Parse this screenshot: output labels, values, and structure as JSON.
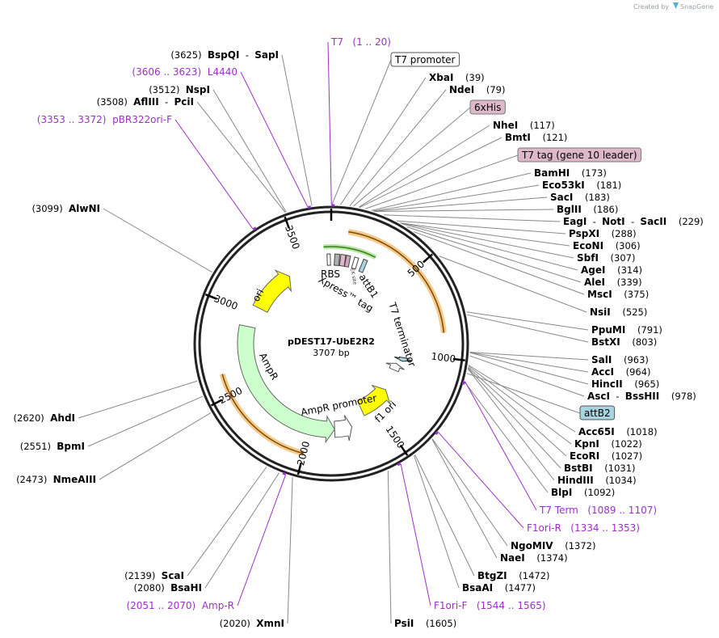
{
  "credit": {
    "prefix": "Created by",
    "brand": "SnapGene"
  },
  "plasmid": {
    "name": "pDEST17-UbE2R2",
    "length_label": "3707 bp",
    "length": 3707
  },
  "ruler_ticks": [
    "500",
    "1000",
    "1500",
    "2000",
    "2500",
    "3000",
    "3500"
  ],
  "sites": [
    {
      "name": "BspQI",
      "name2": "SapI",
      "pos": "(3625)",
      "bp": 3625
    },
    {
      "name": "NspI",
      "pos": "(3512)",
      "bp": 3512
    },
    {
      "name": "AflIII",
      "name2": "PciI",
      "pos": "(3508)",
      "bp": 3508
    },
    {
      "name": "AlwNI",
      "pos": "(3099)",
      "bp": 3099
    },
    {
      "name": "AhdI",
      "pos": "(2620)",
      "bp": 2620
    },
    {
      "name": "BpmI",
      "pos": "(2551)",
      "bp": 2551
    },
    {
      "name": "NmeAIII",
      "pos": "(2473)",
      "bp": 2473
    },
    {
      "name": "ScaI",
      "pos": "(2139)",
      "bp": 2139
    },
    {
      "name": "BsaHI",
      "pos": "(2080)",
      "bp": 2080
    },
    {
      "name": "XmnI",
      "pos": "(2020)",
      "bp": 2020
    },
    {
      "name": "XbaI",
      "pos": "(39)",
      "bp": 39
    },
    {
      "name": "NdeI",
      "pos": "(79)",
      "bp": 79
    },
    {
      "name": "NheI",
      "pos": "(117)",
      "bp": 117
    },
    {
      "name": "BmtI",
      "pos": "(121)",
      "bp": 121
    },
    {
      "name": "BamHI",
      "pos": "(173)",
      "bp": 173
    },
    {
      "name": "Eco53kI",
      "pos": "(181)",
      "bp": 181
    },
    {
      "name": "SacI",
      "pos": "(183)",
      "bp": 183
    },
    {
      "name": "BglII",
      "pos": "(186)",
      "bp": 186
    },
    {
      "name": "EagI",
      "name2": "NotI",
      "name3": "SacII",
      "pos": "(229)",
      "bp": 229
    },
    {
      "name": "PspXI",
      "pos": "(288)",
      "bp": 288
    },
    {
      "name": "EcoNI",
      "pos": "(306)",
      "bp": 306
    },
    {
      "name": "SbfI",
      "pos": "(307)",
      "bp": 307
    },
    {
      "name": "AgeI",
      "pos": "(314)",
      "bp": 314
    },
    {
      "name": "AleI",
      "pos": "(339)",
      "bp": 339
    },
    {
      "name": "MscI",
      "pos": "(375)",
      "bp": 375
    },
    {
      "name": "NsiI",
      "pos": "(525)",
      "bp": 525
    },
    {
      "name": "PpuMI",
      "pos": "(791)",
      "bp": 791
    },
    {
      "name": "BstXI",
      "pos": "(803)",
      "bp": 803
    },
    {
      "name": "SalI",
      "pos": "(963)",
      "bp": 963
    },
    {
      "name": "AccI",
      "pos": "(964)",
      "bp": 964
    },
    {
      "name": "HincII",
      "pos": "(965)",
      "bp": 965
    },
    {
      "name": "AscI",
      "name2": "BssHII",
      "pos": "(978)",
      "bp": 978
    },
    {
      "name": "Acc65I",
      "pos": "(1018)",
      "bp": 1018
    },
    {
      "name": "KpnI",
      "pos": "(1022)",
      "bp": 1022
    },
    {
      "name": "EcoRI",
      "pos": "(1027)",
      "bp": 1027
    },
    {
      "name": "BstBI",
      "pos": "(1031)",
      "bp": 1031
    },
    {
      "name": "HindIII",
      "pos": "(1034)",
      "bp": 1034
    },
    {
      "name": "BlpI",
      "pos": "(1092)",
      "bp": 1092
    },
    {
      "name": "NgoMIV",
      "pos": "(1372)",
      "bp": 1372
    },
    {
      "name": "NaeI",
      "pos": "(1374)",
      "bp": 1374
    },
    {
      "name": "BtgZI",
      "pos": "(1472)",
      "bp": 1472
    },
    {
      "name": "BsaAI",
      "pos": "(1477)",
      "bp": 1477
    },
    {
      "name": "PsiI",
      "pos": "(1605)",
      "bp": 1605
    }
  ],
  "primers": [
    {
      "name": "T7",
      "range": "(1 .. 20)",
      "bp": 1
    },
    {
      "name": "L4440",
      "range": "(3606 .. 3623)",
      "bp": 3606
    },
    {
      "name": "pBR322ori-F",
      "range": "(3353 .. 3372)",
      "bp": 3353
    },
    {
      "name": "T7 Term",
      "range": "(1089 .. 1107)",
      "bp": 1089
    },
    {
      "name": "F1ori-R",
      "range": "(1334 .. 1353)",
      "bp": 1334
    },
    {
      "name": "F1ori-F",
      "range": "(1544 .. 1565)",
      "bp": 1544
    },
    {
      "name": "Amp-R",
      "range": "(2051 .. 2070)",
      "bp": 2051
    }
  ],
  "feature_labels": {
    "t7_promoter": "T7 promoter",
    "his6": "6xHis",
    "t7_tag": "T7 tag (gene 10 leader)",
    "attb2": "attB2",
    "rbs": "RBS",
    "xpress": "Xpress™ tag",
    "attb1": "attB1",
    "t7_terminator": "T7 terminator",
    "ori": "ori",
    "ampr": "AmpR",
    "ampr_promoter": "AmpR promoter",
    "f1_ori": "f1 ori",
    "enterokinase": "EK site"
  },
  "colors": {
    "ori": "#ffff00",
    "f1_ori": "#ffff00",
    "ampr": "#ccffcc",
    "primer": "#9b30c9",
    "t7_tag": "#ddb8c8",
    "attb": "#a8d4e0",
    "highlight": "#f4c98a"
  }
}
